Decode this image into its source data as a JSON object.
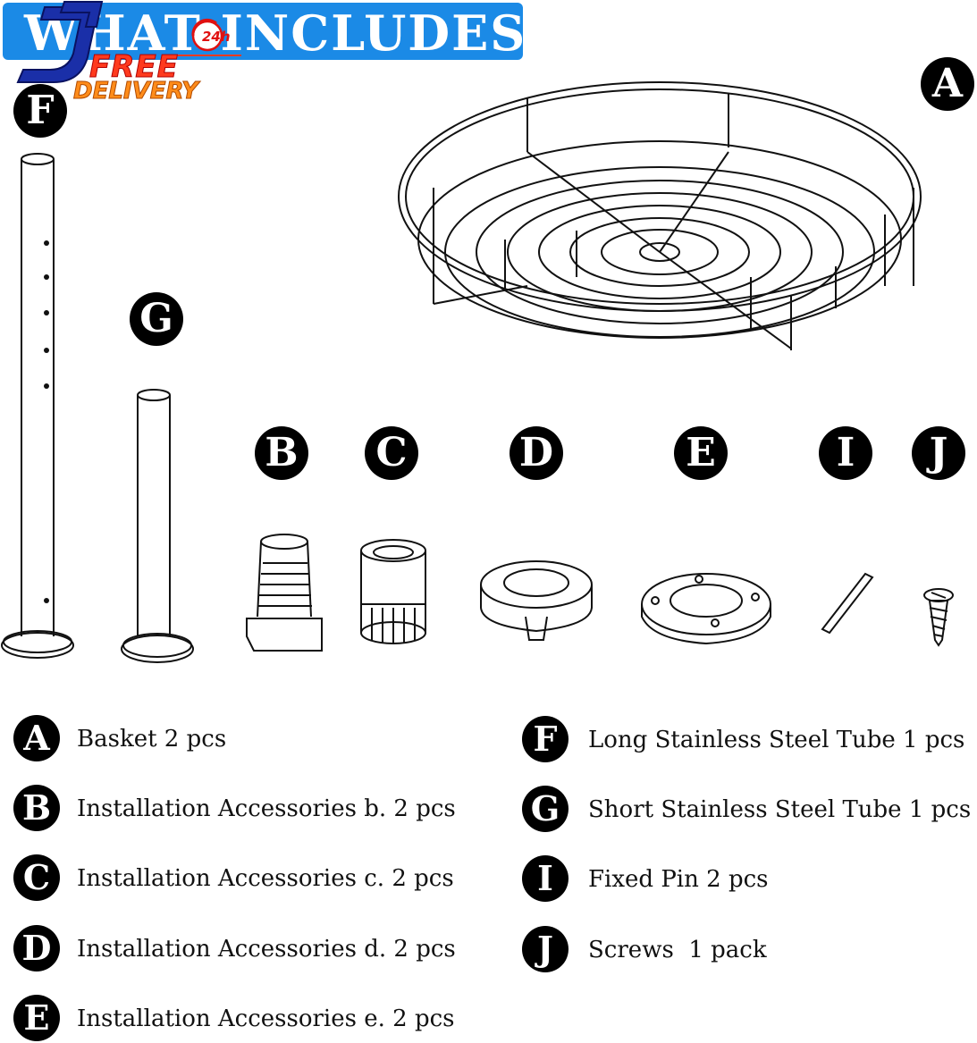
{
  "header": {
    "title": "WHAT INCLUDES ?",
    "logo_text": "FREE",
    "logo_subtext": "DELIVERY",
    "logo_badge": "24h",
    "banner_color": "#1b8ae6"
  },
  "parts": [
    {
      "letter": "A",
      "label": "Basket 2 pcs",
      "icon": "lazy-susan-basket"
    },
    {
      "letter": "B",
      "label": "Installation Accessories b. 2 pcs",
      "icon": "threaded-bushing"
    },
    {
      "letter": "C",
      "label": "Installation Accessories c. 2 pcs",
      "icon": "coupling-sleeve"
    },
    {
      "letter": "D",
      "label": "Installation Accessories d. 2 pcs",
      "icon": "locking-ring"
    },
    {
      "letter": "E",
      "label": "Installation Accessories e. 2 pcs",
      "icon": "mounting-flange"
    },
    {
      "letter": "F",
      "label": "Long Stainless Steel Tube 1 pcs",
      "icon": "long-tube"
    },
    {
      "letter": "G",
      "label": "Short Stainless Steel Tube 1 pcs",
      "icon": "short-tube"
    },
    {
      "letter": "I",
      "label": "Fixed Pin 2 pcs",
      "icon": "pin"
    },
    {
      "letter": "J",
      "label": "Screws  1 pack",
      "icon": "screw"
    }
  ]
}
